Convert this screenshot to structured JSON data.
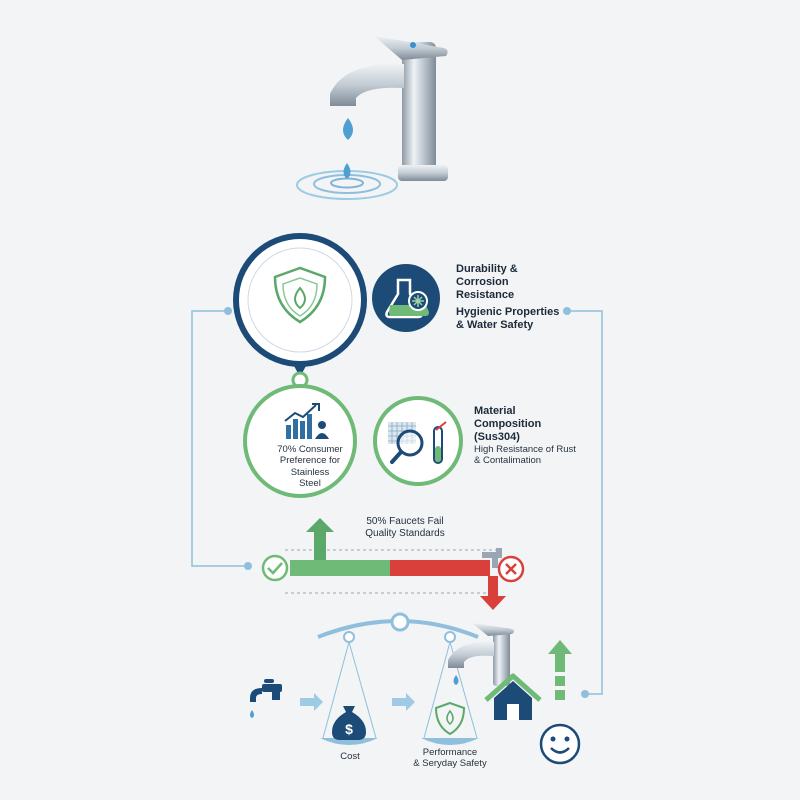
{
  "labels": {
    "durability": "Durability &\nCorrosion\nResistance",
    "hygienic": "Hygienic Properties\n& Water Safety",
    "consumer_pref": "70% Consumer\nPreference for\nStainless\nSteel",
    "material_title": "Material\nComposition\n(Sus304)",
    "material_desc": "High Resistance of Rust\n& Contalimation",
    "faucets_fail": "50% Faucets Fail\nQuality Standards",
    "cost": "Cost",
    "performance": "Performance\n& Seryday Safety"
  },
  "colors": {
    "navy": "#1d4b77",
    "blue": "#2f6fa3",
    "green": "#6fba77",
    "red": "#d9403c",
    "light_blue": "#8fbfdc",
    "chrome": "#b9c3cc"
  },
  "icons": [
    "faucet-icon",
    "shield-drop-icon",
    "flask-icon",
    "growth-chart-icon",
    "magnifier-mesh-icon",
    "test-tube-icon",
    "check-icon",
    "x-icon",
    "money-bag-icon",
    "shield-icon",
    "house-icon",
    "smiley-icon"
  ]
}
